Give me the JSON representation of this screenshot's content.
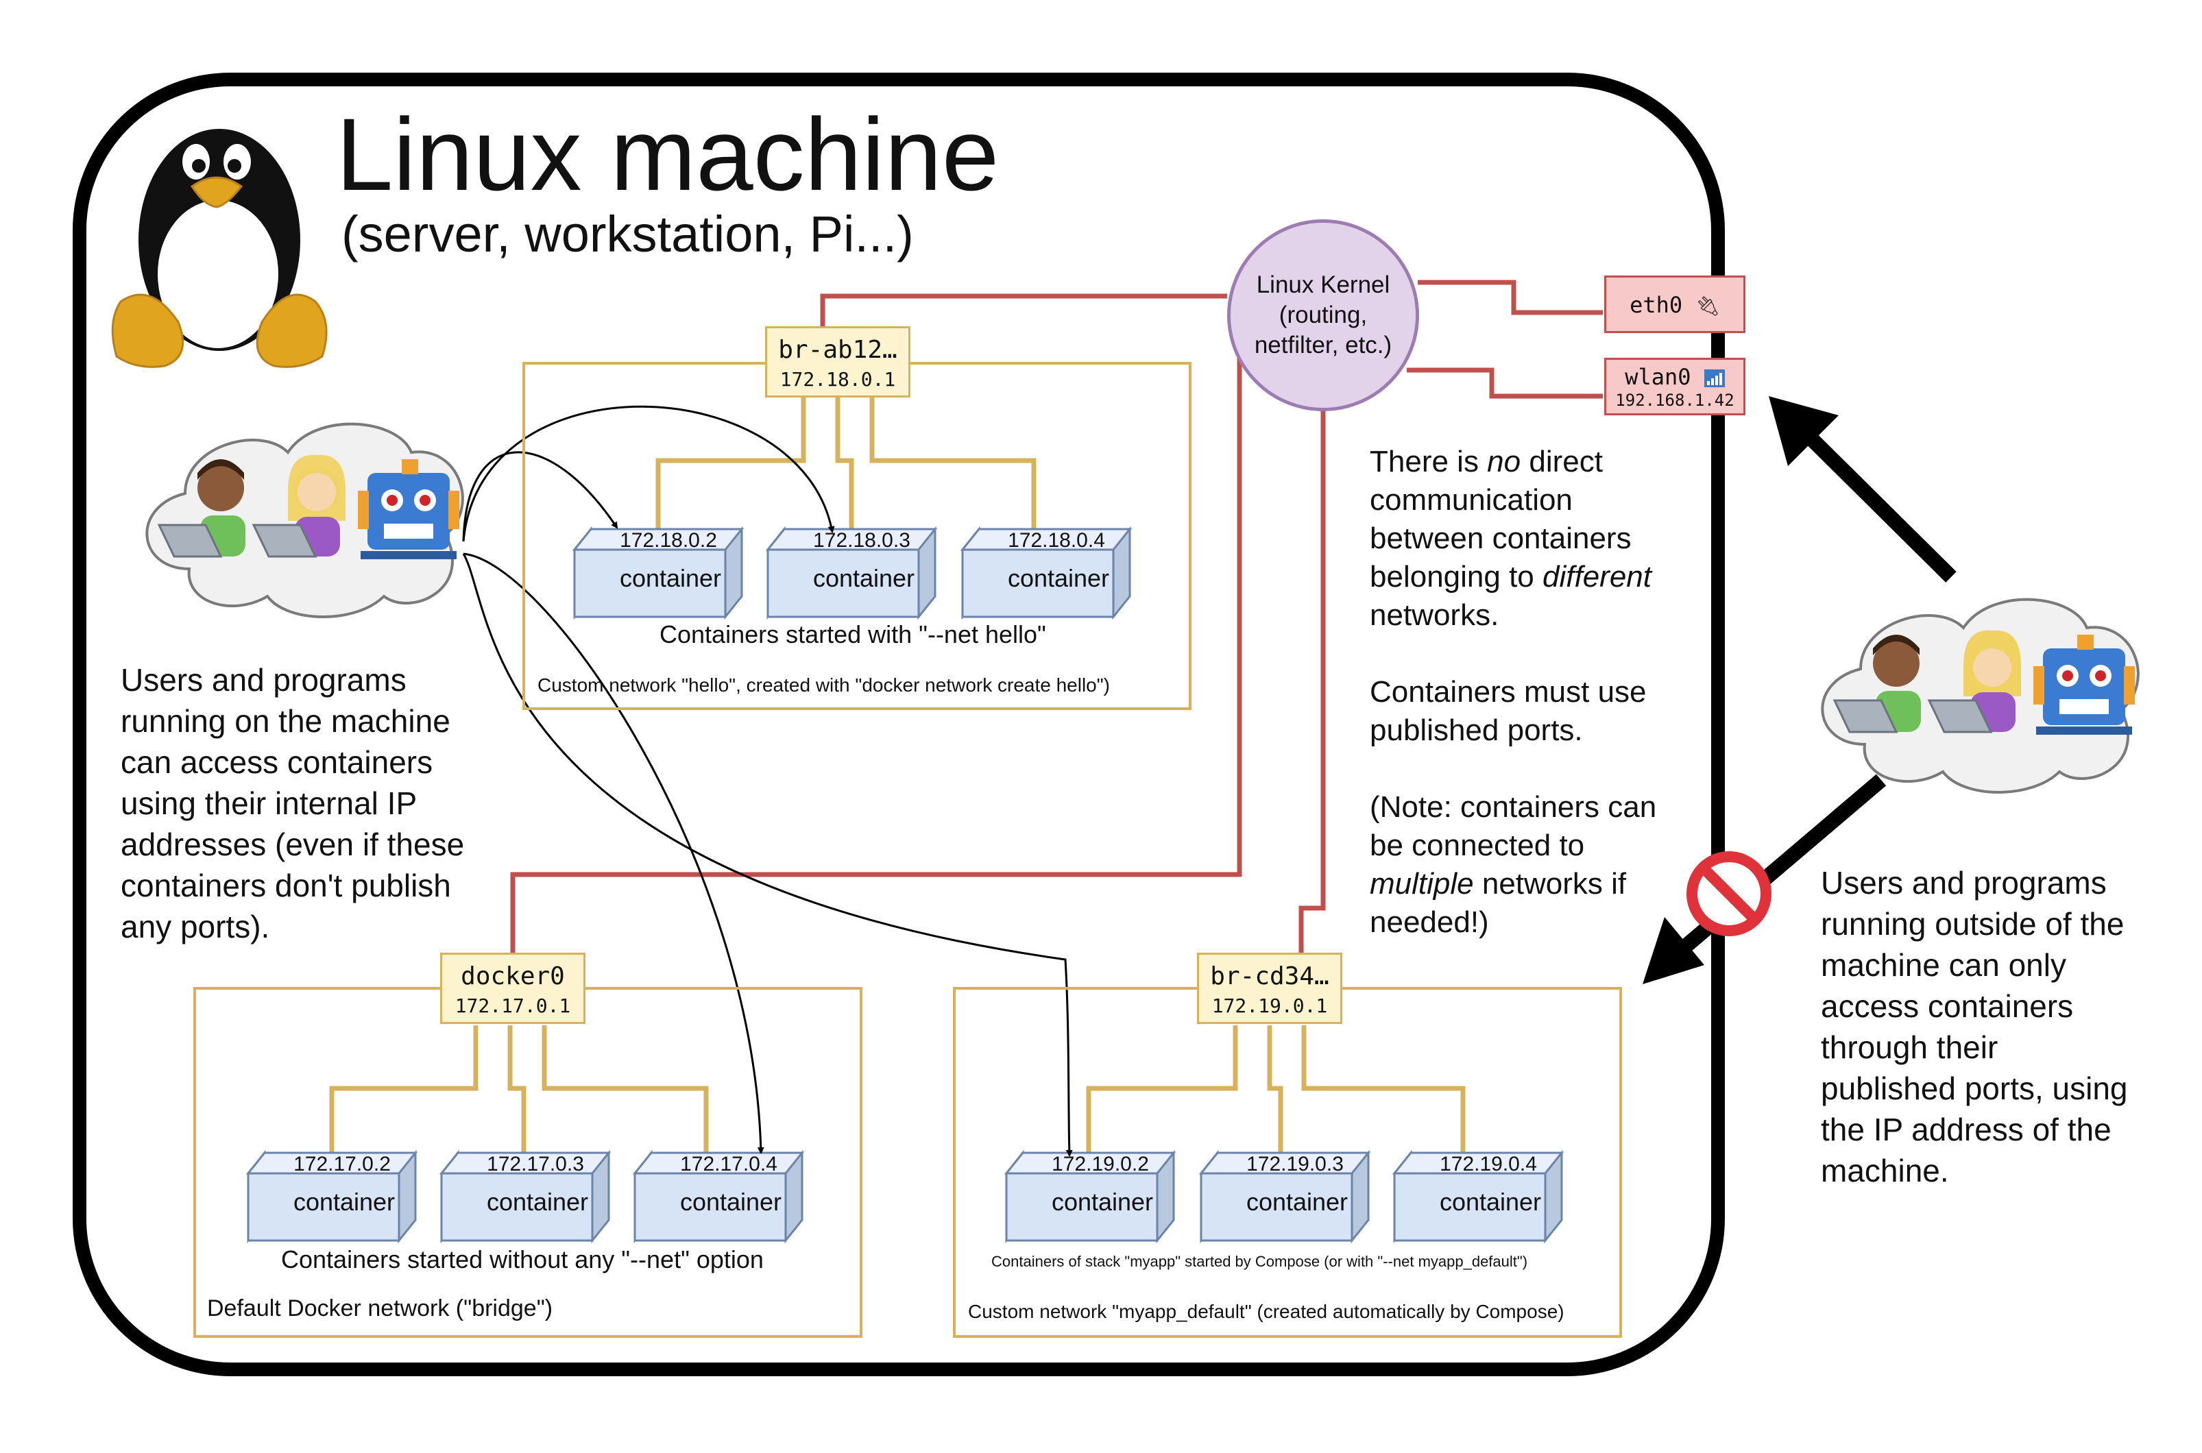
{
  "title": "Linux machine",
  "subtitle": "(server, workstation, Pi...)",
  "kernel": {
    "label": "Linux Kernel\n(routing,\nnetfilter, etc.)"
  },
  "interfaces": {
    "eth0": {
      "name": "eth0",
      "icon": "plug-icon"
    },
    "wlan0": {
      "name": "wlan0",
      "icon": "wifi-signal-icon",
      "ip": "192.168.1.42"
    }
  },
  "networks": {
    "hello": {
      "bridge_name": "br-ab12…",
      "bridge_ip": "172.18.0.1",
      "containers": [
        {
          "ip": "172.18.0.2",
          "label": "container"
        },
        {
          "ip": "172.18.0.3",
          "label": "container"
        },
        {
          "ip": "172.18.0.4",
          "label": "container"
        }
      ],
      "started_caption": "Containers started with \"--net hello\"",
      "network_caption": "Custom network \"hello\", created with \"docker network create hello\")"
    },
    "default": {
      "bridge_name": "docker0",
      "bridge_ip": "172.17.0.1",
      "containers": [
        {
          "ip": "172.17.0.2",
          "label": "container"
        },
        {
          "ip": "172.17.0.3",
          "label": "container"
        },
        {
          "ip": "172.17.0.4",
          "label": "container"
        }
      ],
      "started_caption": "Containers started without any \"--net\" option",
      "network_caption": "Default Docker network (\"bridge\")"
    },
    "myapp": {
      "bridge_name": "br-cd34…",
      "bridge_ip": "172.19.0.1",
      "containers": [
        {
          "ip": "172.19.0.2",
          "label": "container"
        },
        {
          "ip": "172.19.0.3",
          "label": "container"
        },
        {
          "ip": "172.19.0.4",
          "label": "container"
        }
      ],
      "started_caption": "Containers of stack \"myapp\" started by Compose (or with \"--net myapp_default\")",
      "network_caption": "Custom network \"myapp_default\" (created automatically by Compose)"
    }
  },
  "inside_users_text": "Users and programs\nrunning on the machine\ncan access containers\nusing their internal IP\naddresses (even if these\ncontainers don't publish\nany ports).",
  "notes": {
    "p1_a": "There is ",
    "p1_em": "no",
    "p1_b": " direct\ncommunication\nbetween containers\nbelonging to ",
    "p1_em2": "different",
    "p1_c": "\nnetworks.",
    "p2": "Containers must use\npublished ports.",
    "p3_a": "(Note: containers can\nbe connected to\n",
    "p3_em": "multiple",
    "p3_b": " networks if\nneeded!)"
  },
  "outside_users_text": "Users and programs\nrunning outside of the\nmachine can only\naccess containers\nthrough their\npublished ports, using\nthe IP address of the\nmachine.",
  "colors": {
    "wire": "#c0504d",
    "bridge_line": "#d8b25a",
    "container_fill": "#d6e4f6",
    "container_stroke": "#6b84a8",
    "kernel_fill": "#e2d2ea",
    "iface_fill": "#f8c9c9",
    "forbidden": "#e0323a"
  },
  "icons": [
    "tux-penguin-icon",
    "user-man-laptop-icon",
    "user-woman-laptop-icon",
    "robot-icon",
    "no-entry-icon"
  ]
}
